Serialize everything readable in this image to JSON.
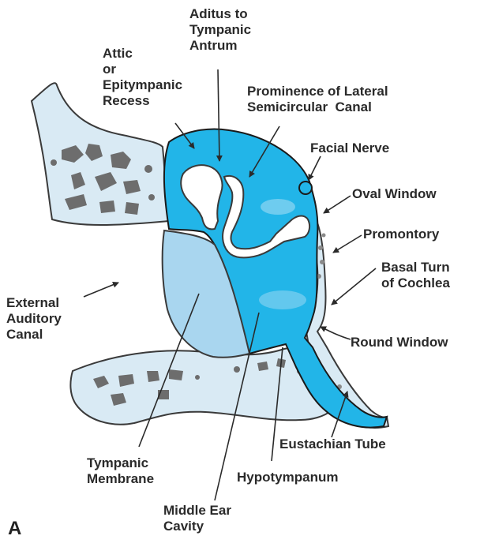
{
  "panel_letter": "A",
  "colors": {
    "cavity": "#22b5e8",
    "membrane": "#a9d6ef",
    "bone_fill": "#d9eaf4",
    "bone_outline": "#3a3a3a",
    "bone_marrow": "#6d6d6d",
    "ossicles": "#ffffff",
    "labels": "#2a2a2a"
  },
  "labels": {
    "aditus": "Aditus to\nTympanic\nAntrum",
    "attic": "Attic\nor\nEpitympanic\nRecess",
    "prominence": "Prominence of Lateral\nSemicircular  Canal",
    "facial_nerve": "Facial Nerve",
    "oval_window": "Oval Window",
    "promontory": "Promontory",
    "basal_turn": "Basal Turn\nof Cochlea",
    "external_canal": "External\nAuditory\nCanal",
    "round_window": "Round Window",
    "eustachian": "Eustachian Tube",
    "tympanic_membrane": "Tympanic\nMembrane",
    "hypotympanum": "Hypotympanum",
    "middle_ear": "Middle Ear\nCavity"
  }
}
